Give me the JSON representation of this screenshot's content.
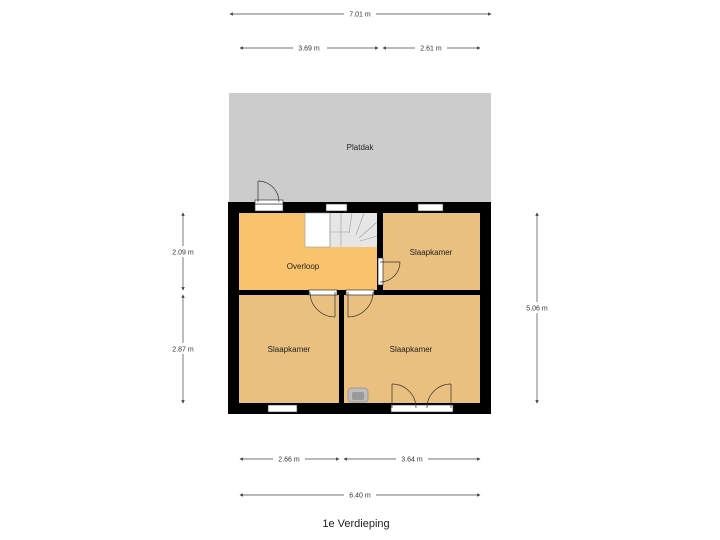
{
  "plan": {
    "title": "1e Verdieping",
    "rooms": {
      "platdak": "Platdak",
      "overloop": "Overloop",
      "slaapkamer_top": "Slaapkamer",
      "slaapkamer_left": "Slaapkamer",
      "slaapkamer_right": "Slaapkamer"
    },
    "dimensions": {
      "top_total": "7.01 m",
      "top_left": "3.69 m",
      "top_right": "2.61 m",
      "left_upper": "2.09 m",
      "left_lower": "2.87 m",
      "right_total": "5.06 m",
      "bottom_left": "2.66 m",
      "bottom_right": "3.64 m",
      "bottom_total": "6.40 m"
    },
    "colors": {
      "roof": "#cccccc",
      "wall": "#000000",
      "room": "#e9c07f",
      "landing": "#f9c36d",
      "stairs": "#e6e6e6",
      "window": "#ffffff",
      "dim_line": "#444444"
    }
  }
}
